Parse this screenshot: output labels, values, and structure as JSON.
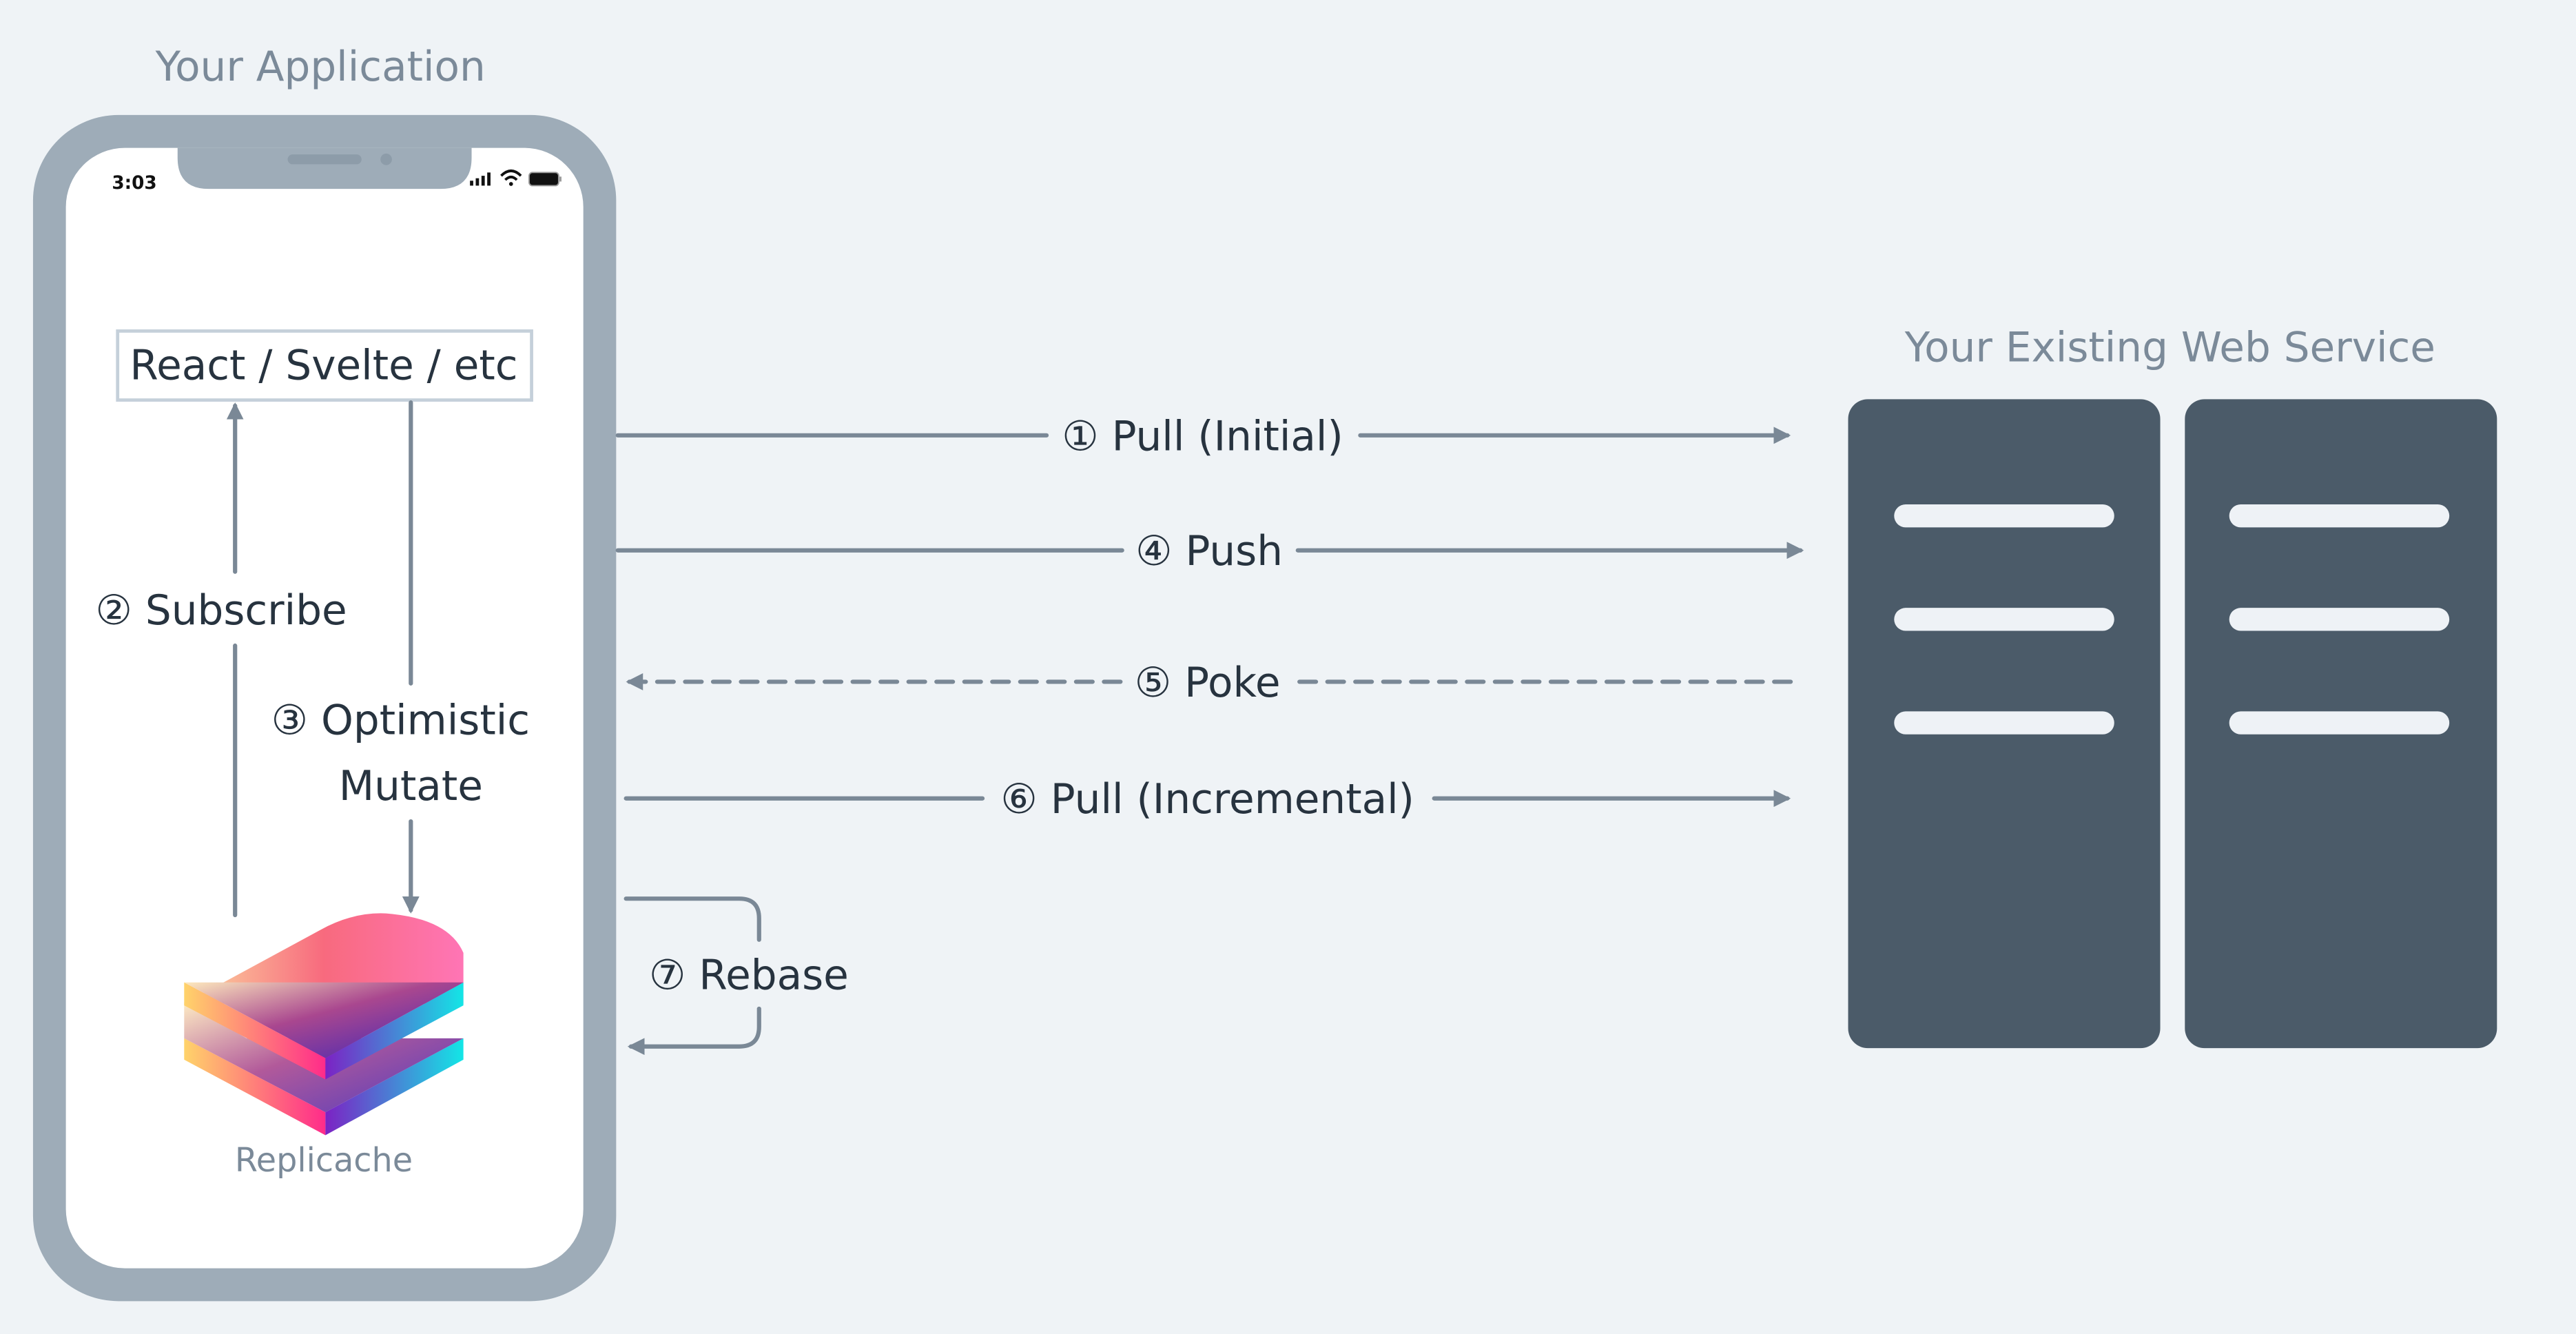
{
  "app": {
    "title": "Your Application",
    "status_time": "3:03",
    "framework_box": "React / Svelte / etc",
    "subscribe": "② Subscribe",
    "optimistic_line1": "③ Optimistic",
    "optimistic_line2": "Mutate",
    "library": "Replicache"
  },
  "service": {
    "title": "Your Existing Web Service"
  },
  "flows": {
    "pull_initial": "① Pull (Initial)",
    "push": "④ Push",
    "poke": "⑤ Poke",
    "pull_incremental": "⑥ Pull (Incremental)",
    "rebase": "⑦ Rebase"
  },
  "colors": {
    "background": "#eff3f6",
    "phone_frame": "#9eacb8",
    "arrow": "#7a8896",
    "server": "#4b5b69",
    "text": "#27333f",
    "muted_text": "#7b8a99"
  },
  "icons": [
    "signal-icon",
    "wifi-icon",
    "battery-icon",
    "replicache-logo",
    "server-icon"
  ]
}
